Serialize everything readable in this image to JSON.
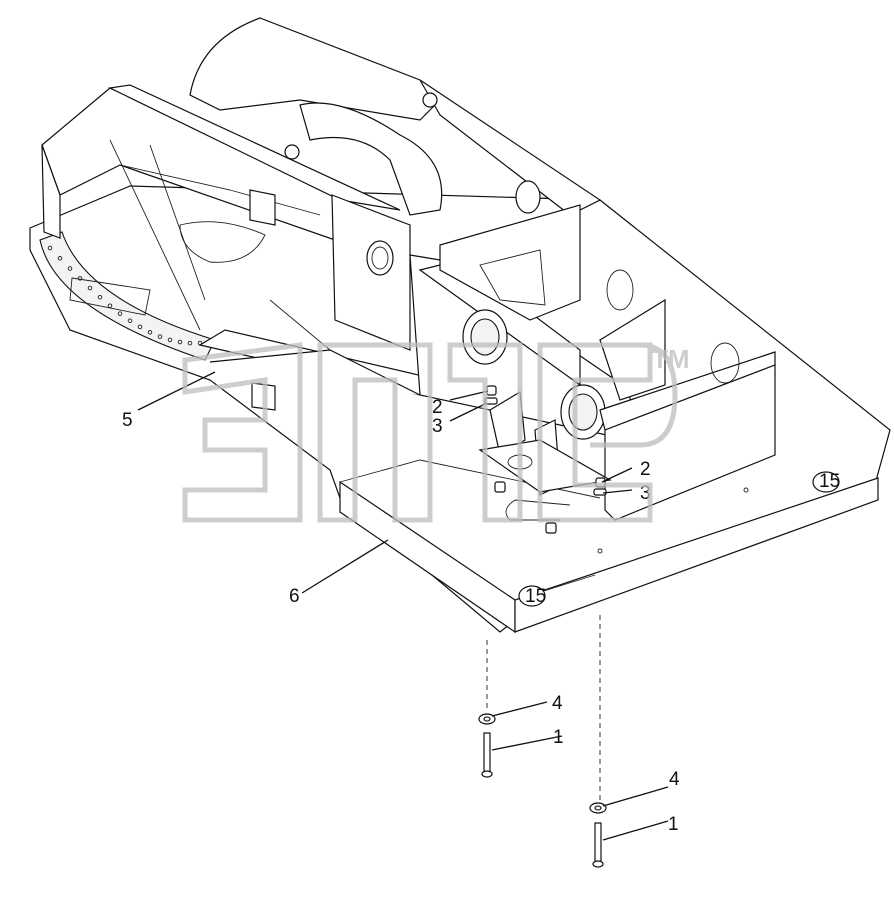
{
  "watermark": {
    "trademark": "TM"
  },
  "callouts": [
    {
      "id": "c5",
      "text": "5"
    },
    {
      "id": "c2a",
      "text": "2"
    },
    {
      "id": "c3a",
      "text": "3"
    },
    {
      "id": "c2b",
      "text": "2"
    },
    {
      "id": "c3b",
      "text": "3"
    },
    {
      "id": "c6",
      "text": "6"
    },
    {
      "id": "c4a",
      "text": "4"
    },
    {
      "id": "c1a",
      "text": "1"
    },
    {
      "id": "c4b",
      "text": "4"
    },
    {
      "id": "c1b",
      "text": "1"
    }
  ],
  "lift_points": [
    {
      "text": "15"
    },
    {
      "text": "15"
    }
  ]
}
